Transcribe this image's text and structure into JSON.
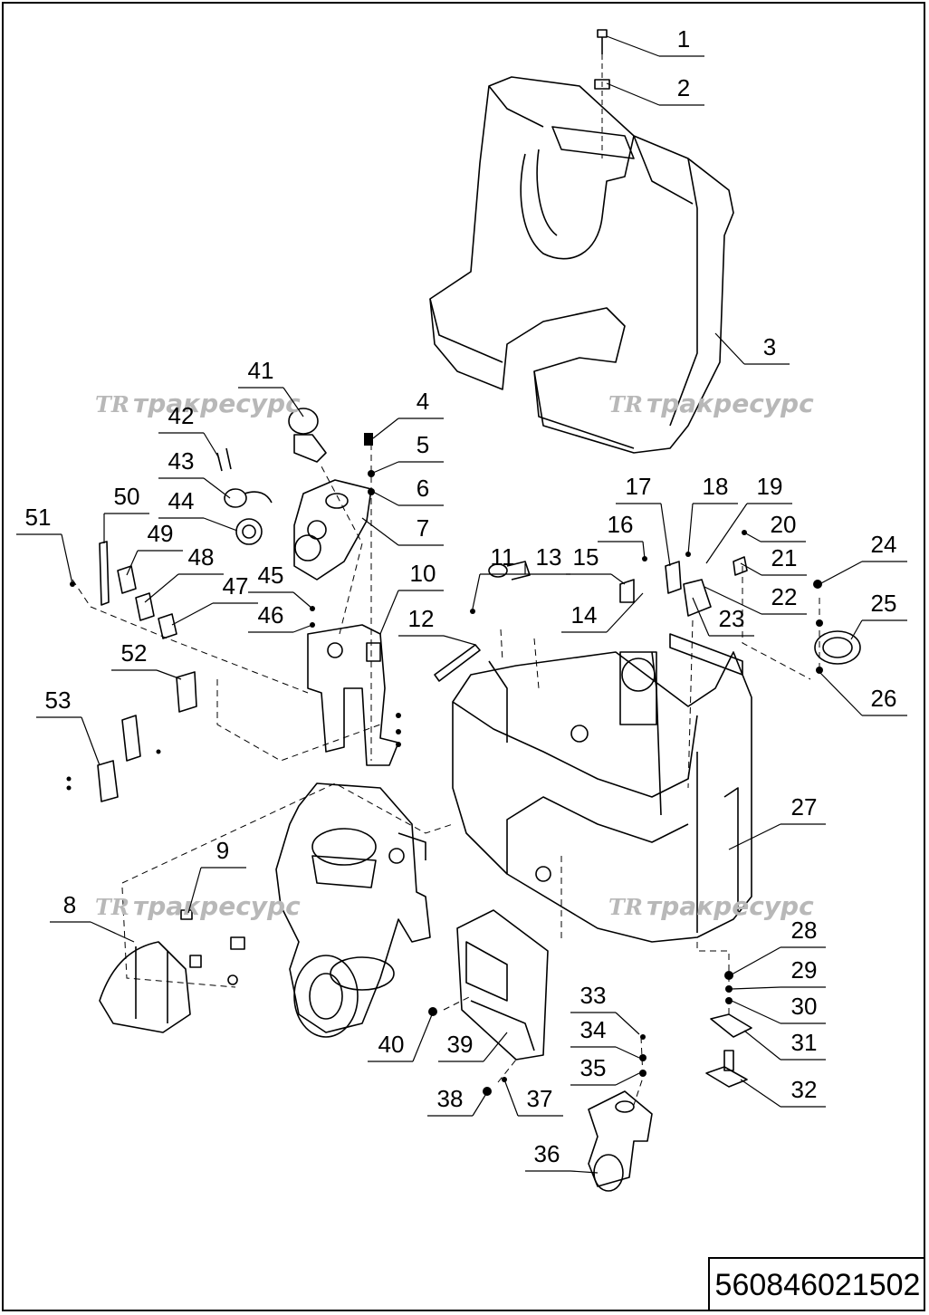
{
  "drawing_number": "560846021502",
  "watermark": {
    "logo": "TR",
    "text": "тракресурс"
  },
  "callouts": [
    "1",
    "2",
    "3",
    "4",
    "5",
    "6",
    "7",
    "8",
    "9",
    "10",
    "11",
    "12",
    "13",
    "14",
    "15",
    "16",
    "17",
    "18",
    "19",
    "20",
    "21",
    "22",
    "23",
    "24",
    "25",
    "26",
    "27",
    "28",
    "29",
    "30",
    "31",
    "32",
    "33",
    "34",
    "35",
    "36",
    "37",
    "38",
    "39",
    "40",
    "41",
    "42",
    "43",
    "44",
    "45",
    "46",
    "47",
    "48",
    "49",
    "50",
    "51",
    "52",
    "53"
  ]
}
